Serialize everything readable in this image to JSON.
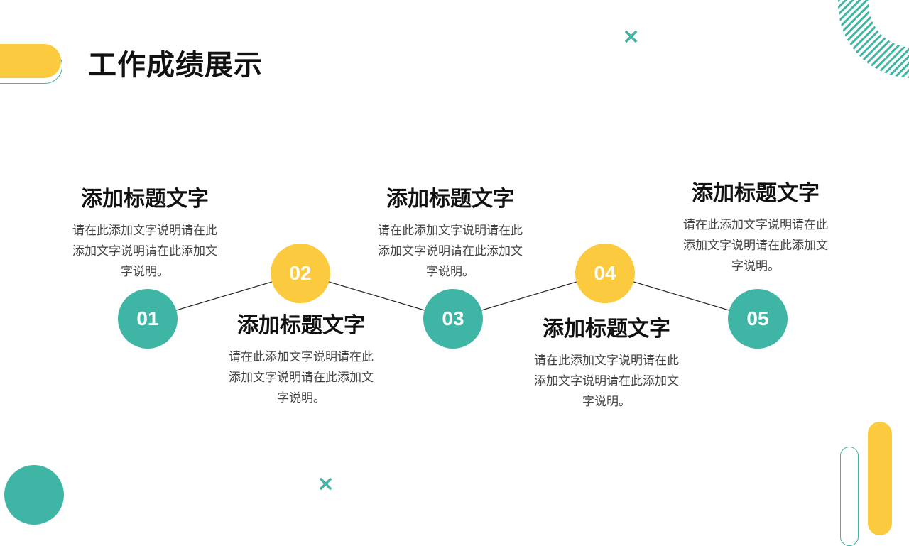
{
  "header": {
    "title": "工作成绩展示"
  },
  "colors": {
    "teal": "#3fb5a5",
    "yellow": "#fcca3f",
    "text": "#111111",
    "desc": "#444444"
  },
  "steps": [
    {
      "number": "01",
      "color": "teal",
      "title": "添加标题文字",
      "desc": "请在此添加文字说明请在此添加文字说明请在此添加文字说明。",
      "position": "above"
    },
    {
      "number": "02",
      "color": "yellow",
      "title": "添加标题文字",
      "desc": "请在此添加文字说明请在此添加文字说明请在此添加文字说明。",
      "position": "below"
    },
    {
      "number": "03",
      "color": "teal",
      "title": "添加标题文字",
      "desc": "请在此添加文字说明请在此添加文字说明请在此添加文字说明。",
      "position": "above"
    },
    {
      "number": "04",
      "color": "yellow",
      "title": "添加标题文字",
      "desc": "请在此添加文字说明请在此添加文字说明请在此添加文字说明。",
      "position": "below"
    },
    {
      "number": "05",
      "color": "teal",
      "title": "添加标题文字",
      "desc": "请在此添加文字说明请在此添加文字说明请在此添加文字说明。",
      "position": "above"
    }
  ],
  "decor": {
    "x_mark": "×"
  }
}
